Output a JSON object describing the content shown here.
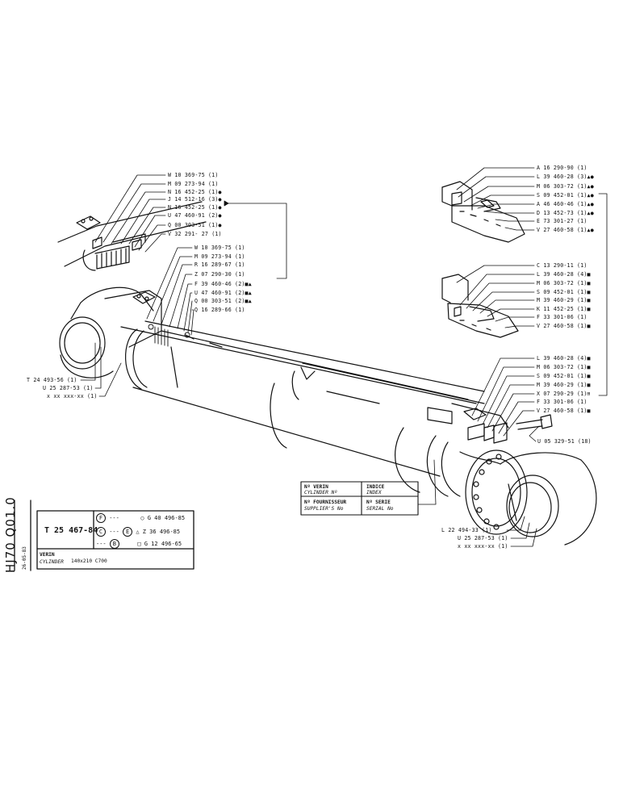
{
  "sheet": {
    "code": "HJ70 Q01.0",
    "date": "26-05-83"
  },
  "title_block": {
    "part_number": "T 25 467-84",
    "variants": [
      {
        "letter": "F",
        "dots": "---",
        "symbol": "○",
        "ref": "G 40 496-85"
      },
      {
        "letter": "C",
        "dots": "---",
        "extra": "E",
        "symbol": "△",
        "ref": "Z 36 496-85"
      },
      {
        "letter": "B",
        "dots": "---",
        "symbol": "□",
        "ref": "G 12 496-65"
      }
    ],
    "name_fr": "VERIN",
    "name_en": "CYLINDER",
    "spec": "140x210  C700"
  },
  "plate": {
    "verin_no": "Nº VERIN",
    "cylinder_no": "CYLINDER Nº",
    "indice": "INDICE",
    "index": "INDEX",
    "fournisseur_no": "Nº FOURNISSEUR",
    "supplier_no": "SUPPLIER'S No",
    "serie_no": "Nº SERIE",
    "serial_no": "SERIAL No"
  },
  "callouts": {
    "group_top_left": [
      "W 10 369-75 (1)",
      "M 09 273-94 (1)",
      "N 16 452-25 (1)●",
      "J 14 512-16 (3)●",
      "N 16 452-25 (1)●",
      "U 47 460-91 (2)●",
      "Q 00 303-51 (1)●",
      "V 32 291- 27 (1)"
    ],
    "group_mid_left": [
      "W 10 369-75 (1)",
      "M 09 273-94 (1)",
      "R 16 289-67 (1)",
      "Z 07 290-30 (1)",
      "F 39 460-46 (2)■▲",
      "U 47 460-91 (2)■▲",
      "Q 00 303-51 (2)■▲",
      "Q 16 289-66 (1)"
    ],
    "group_top_right": [
      "A 16 290-90 (1)",
      "L 39 460-28 (3)▲●",
      "M 06 303-72 (1)▲●",
      "S 09 452-01 (1)▲●",
      "A 46 460-46 (1)▲●",
      "D 13 452-73 (1)▲●",
      "E 73 301-27 (1)",
      "V 27 460-58 (1)▲●"
    ],
    "group_mid_right": [
      "C 13 290-11 (1)",
      "L 39 460-28 (4)■",
      "M 06 303-72 (1)■",
      "S 09 452-01 (1)■",
      "M 39 460-29 (1)■",
      "K 11 452-25 (1)■",
      "F 33 301-06 (1)",
      "V 27 460-58 (1)■"
    ],
    "group_low_right": [
      "L 39 460-28 (4)■",
      "M 06 303-72 (1)■",
      "S 09 452-01 (1)■",
      "M 39 460-29 (1)■",
      "X 07 290-29 (1)⊞",
      "F 33 301-06 (1)",
      "V 27 460-58 (1)■"
    ],
    "bolt": "U 05 329-51 (18)",
    "left_end": [
      "T 24 493-56 (1)",
      "U 25 287-53 (1)",
      "x xx xxx-xx (1)"
    ],
    "right_end": [
      "L 22 494-33 (1)",
      "U 25 287-53 (1)",
      "x xx xxx-xx (1)"
    ]
  }
}
